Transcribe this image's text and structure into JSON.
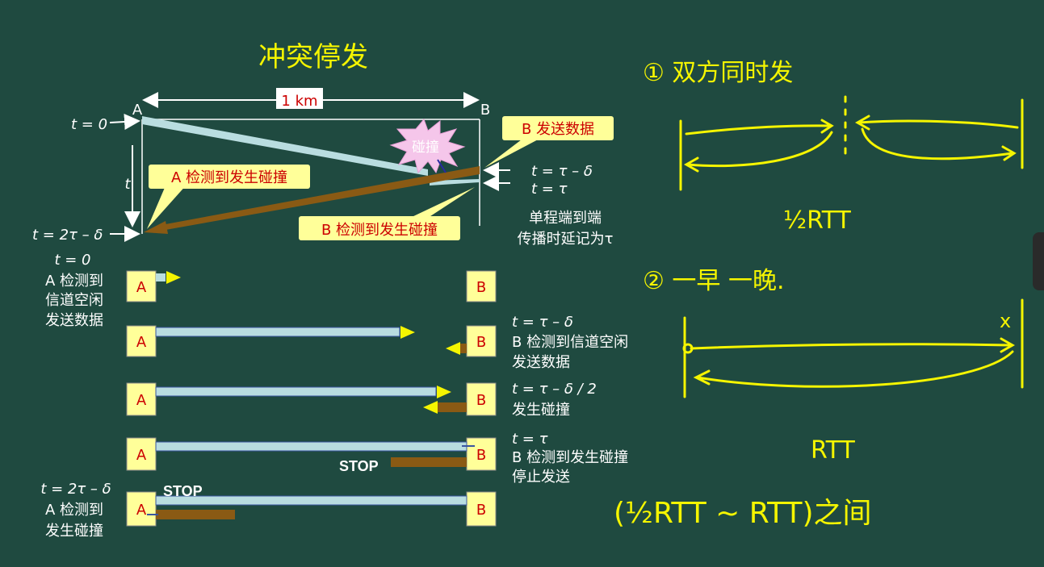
{
  "title": "冲突停发",
  "distance_label": "1 km",
  "node_a": "A",
  "node_b": "B",
  "collision_label": "碰撞",
  "callouts": {
    "b_send": "B 发送数据",
    "a_detect": "A 检测到发生碰撞",
    "b_detect": "B 检测到发生碰撞"
  },
  "time_labels": {
    "t0": "t = 0",
    "t_axis": "t",
    "t_tau_minus_delta": "t = τ – δ",
    "t_tau": "t = τ",
    "t_2tau_minus_delta": "t = 2τ – δ"
  },
  "propagation_note": [
    "单程端到端",
    "传播时延记为τ"
  ],
  "steps": [
    {
      "left": [
        "t = 0",
        "A 检测到",
        "信道空闲",
        "发送数据"
      ],
      "right": []
    },
    {
      "left": [],
      "right": [
        "t = τ – δ",
        "B 检测到信道空闲",
        "发送数据"
      ]
    },
    {
      "left": [],
      "right": [
        "t = τ – δ / 2",
        "发生碰撞"
      ]
    },
    {
      "left": [],
      "right": [
        "t = τ",
        "B 检测到发生碰撞",
        "停止发送"
      ],
      "stop": "STOP"
    },
    {
      "left": [
        "t = 2τ – δ",
        "A 检测到",
        "发生碰撞"
      ],
      "right": [],
      "stop": "STOP"
    }
  ],
  "annotations": {
    "item1": "① 双方同时发",
    "item1_value": "½RTT",
    "item2": "② 一早 一晚.",
    "item2_value": "RTT",
    "summary": "(½RTT ~ RTT)之间",
    "x_mark": "x"
  },
  "colors": {
    "background": "#1f4a40",
    "callout_fill": "#ffff99",
    "callout_text": "#cc0000",
    "signal_a": "#b9dde0",
    "signal_b": "#8a5a14",
    "annotation": "#f5f500"
  }
}
